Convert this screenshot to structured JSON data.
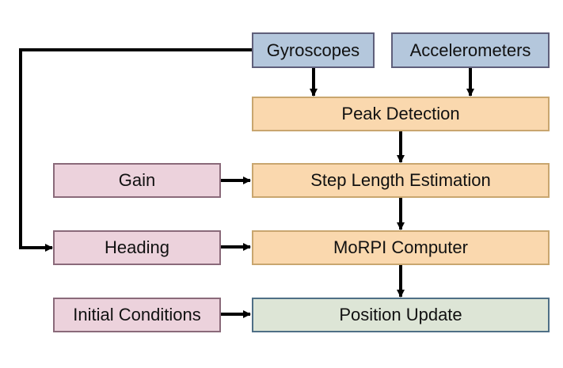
{
  "nodes": {
    "gyroscopes": "Gyroscopes",
    "accelerometers": "Accelerometers",
    "peak_detection": "Peak Detection",
    "gain": "Gain",
    "step_length_estimation": "Step Length Estimation",
    "heading": "Heading",
    "morpi_computer": "MoRPI Computer",
    "initial_conditions": "Initial Conditions",
    "position_update": "Position Update"
  },
  "colors": {
    "sensor_fill": "#b4c7dc",
    "process_fill": "#fad8ae",
    "input_fill": "#ecd2dc",
    "output_fill": "#dde5d6",
    "arrow": "#000000"
  },
  "edges": [
    [
      "gyroscopes",
      "peak_detection"
    ],
    [
      "accelerometers",
      "peak_detection"
    ],
    [
      "peak_detection",
      "step_length_estimation"
    ],
    [
      "gain",
      "step_length_estimation"
    ],
    [
      "step_length_estimation",
      "morpi_computer"
    ],
    [
      "heading",
      "morpi_computer"
    ],
    [
      "gyroscopes",
      "heading"
    ],
    [
      "morpi_computer",
      "position_update"
    ],
    [
      "initial_conditions",
      "position_update"
    ]
  ]
}
